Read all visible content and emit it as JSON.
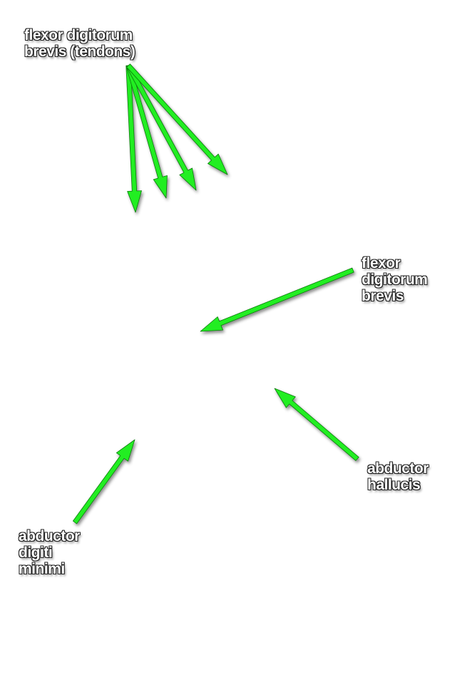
{
  "labels": {
    "flexor_digitorum_brevis_tendons": {
      "lines": [
        "flexor digitorum",
        "brevis (tendons)"
      ]
    },
    "flexor_digitorum_brevis": {
      "lines": [
        "flexor",
        "digitorum",
        "brevis"
      ]
    },
    "abductor_hallucis": {
      "lines": [
        "abductor",
        "hallucis"
      ]
    },
    "abductor_digiti_minimi": {
      "lines": [
        "abductor",
        "digiti",
        "minimi"
      ]
    }
  },
  "colors": {
    "arrow": "#22ee22",
    "label_text": "#ffffff",
    "label_outline": "#222222"
  }
}
